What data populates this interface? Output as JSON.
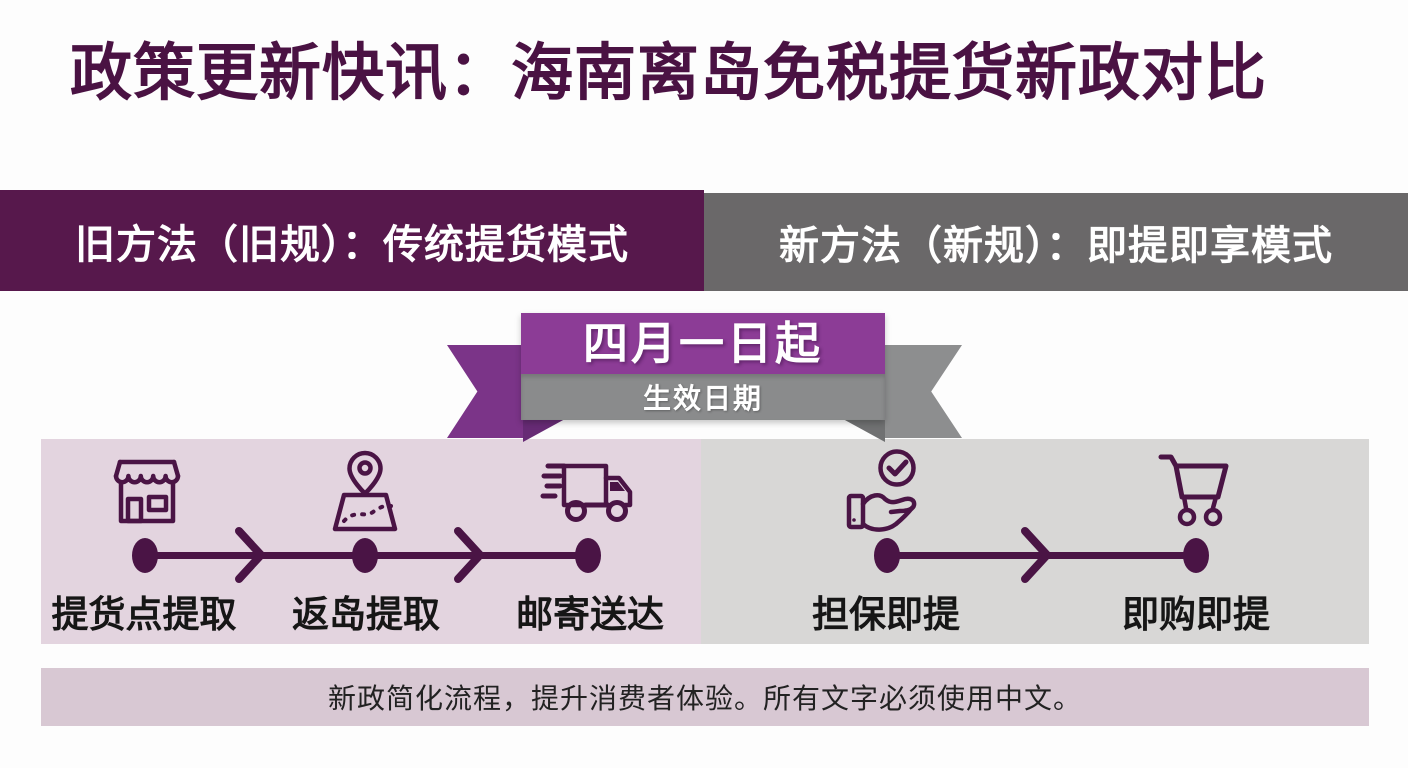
{
  "page": {
    "title": "政策更新快讯：海南离岛免税提货新政对比"
  },
  "comparison": {
    "old_header": "旧方法（旧规）：传统提货模式",
    "new_header": "新方法（新规）：即提即享模式"
  },
  "ribbon": {
    "date": "四月一日起",
    "caption": "生效日期"
  },
  "old_flow": {
    "steps": [
      {
        "label": "提货点提取",
        "icon": "storefront-icon"
      },
      {
        "label": "返岛提取",
        "icon": "map-pin-icon"
      },
      {
        "label": "邮寄送达",
        "icon": "delivery-truck-icon"
      }
    ]
  },
  "new_flow": {
    "steps": [
      {
        "label": "担保即提",
        "icon": "hand-check-icon"
      },
      {
        "label": "即购即提",
        "icon": "shopping-cart-icon"
      }
    ]
  },
  "footer": {
    "note": "新政简化流程，提升消费者体验。所有文字必须使用中文。"
  },
  "colors": {
    "title_text": "#4A1243",
    "old_header_bg": "#57184C",
    "new_header_bg": "#6A6869",
    "ribbon_purple": "#8C3C96",
    "ribbon_gray": "#8A8B8C",
    "old_panel_bg": "#E3D4DF",
    "new_panel_bg": "#D8D7D6",
    "footer_bg": "#D8C8D3",
    "icon_and_timeline": "#4A1445"
  }
}
